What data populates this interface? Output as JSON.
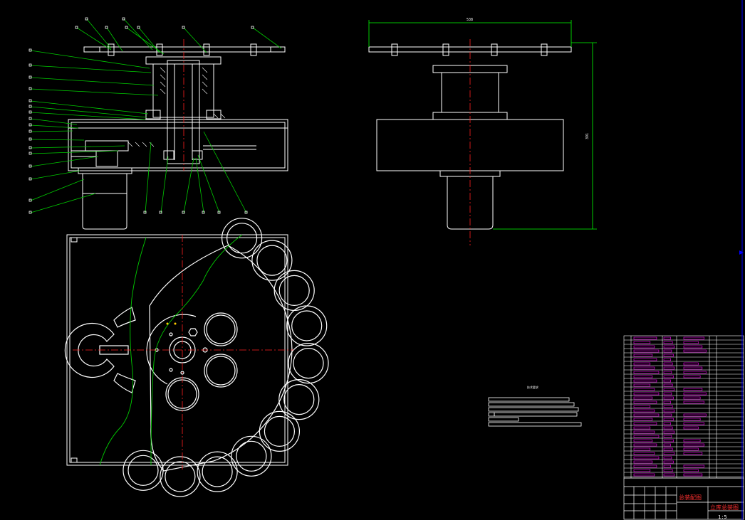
{
  "drawing": {
    "colors": {
      "background": "#000000",
      "outline": "#ffffff",
      "leader": "#00cc00",
      "centerline": "#ff2020",
      "dimension": "#00ff00",
      "table_text": "#ff00ff",
      "title": "#ff3030"
    },
    "side_view": {
      "width_dim": "538",
      "height_dim": "391"
    },
    "notes": {
      "title": "技术要求"
    },
    "title_block": {
      "drawing_name": "总装配图",
      "product_name": "立库总装图",
      "scale": "1:5"
    }
  }
}
